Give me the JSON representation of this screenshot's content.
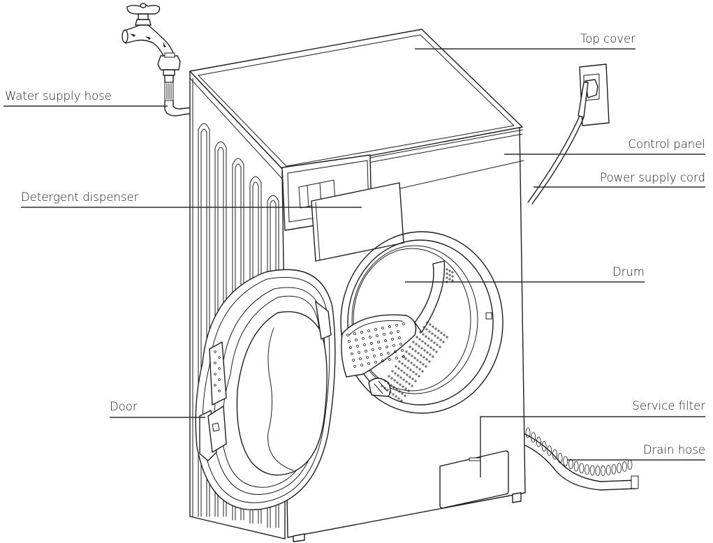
{
  "diagram": {
    "subject": "Front-loading washing machine parts",
    "text_color": "#1a1a1a",
    "line_color": "#1e1e1e",
    "background": "#ffffff",
    "labels": {
      "water_supply_hose": "Water supply hose",
      "top_cover": "Top cover",
      "control_panel": "Control panel",
      "power_supply_cord": "Power supply cord",
      "detergent_dispenser": "Detergent dispenser",
      "drum": "Drum",
      "door": "Door",
      "service_filter": "Service filter",
      "drain_hose": "Drain hose"
    }
  }
}
